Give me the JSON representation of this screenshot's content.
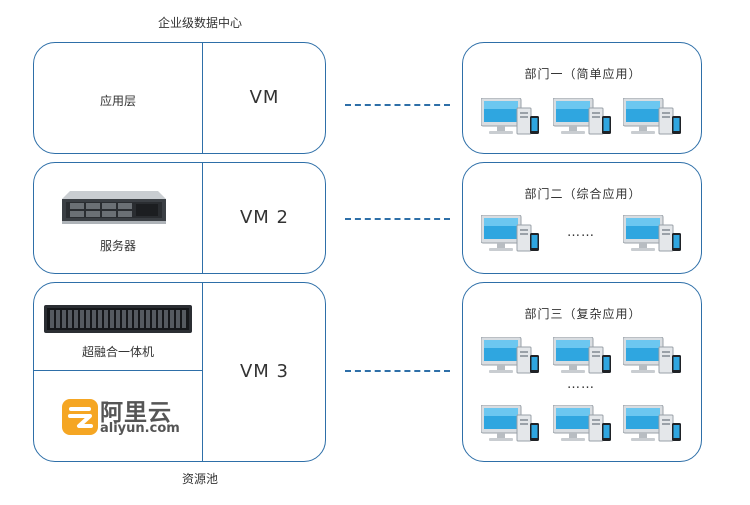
{
  "top_label": "企业级数据中心",
  "bottom_label": "资源池",
  "left": {
    "row1": {
      "label": "应用层",
      "vm": "VM"
    },
    "row2": {
      "label": "服务器",
      "vm": "VM 2"
    },
    "row3": {
      "label": "超融合一体机",
      "vm": "VM 3",
      "logo": {
        "name": "阿里云",
        "domain": "aliyun.com"
      }
    }
  },
  "right": {
    "dept1": {
      "title": "部门一（简单应用）"
    },
    "dept2": {
      "title": "部门二（综合应用）",
      "ellipsis": "……"
    },
    "dept3": {
      "title": "部门三（复杂应用）",
      "ellipsis": "……"
    }
  },
  "colors": {
    "border": "#2e6fa8",
    "logo_orange": "#f5a623"
  }
}
